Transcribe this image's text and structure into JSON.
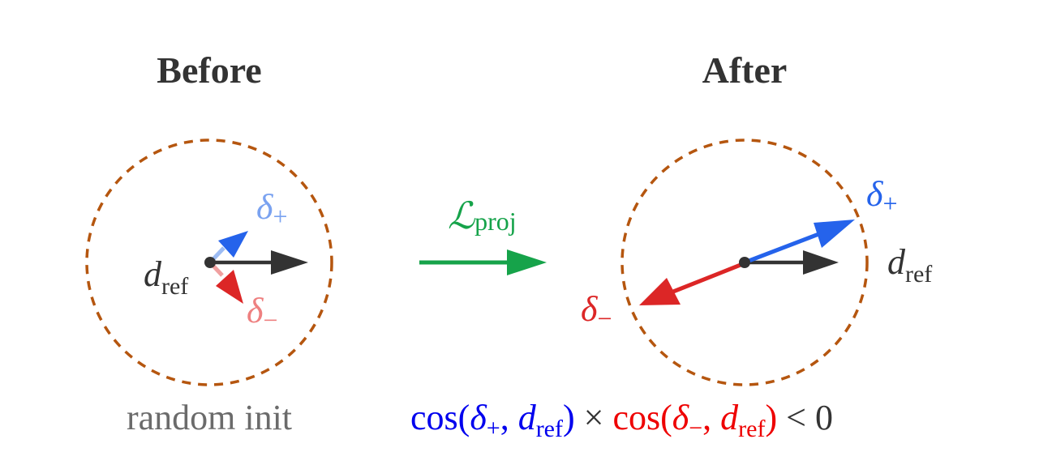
{
  "panels": {
    "before": {
      "title": "Before",
      "caption": "random init",
      "labels": {
        "d_ref_main": "d",
        "d_ref_sub": "ref",
        "delta_plus_main": "δ",
        "delta_plus_sub": "+",
        "delta_minus_main": "δ",
        "delta_minus_sub": "−"
      }
    },
    "after": {
      "title": "After",
      "labels": {
        "d_ref_main": "d",
        "d_ref_sub": "ref",
        "delta_plus_main": "δ",
        "delta_plus_sub": "+",
        "delta_minus_main": "δ",
        "delta_minus_sub": "−"
      }
    }
  },
  "transition": {
    "loss_main": "ℒ",
    "loss_sub": "proj"
  },
  "equation": {
    "cos1": "cos(",
    "delta1": "δ",
    "delta1_sub": "+",
    "comma1": ", ",
    "d1": "d",
    "d1_sub": "ref",
    "close1": ")",
    "times": " × ",
    "cos2": "cos(",
    "delta2": "δ",
    "delta2_sub": "−",
    "comma2": ", ",
    "d2": "d",
    "d2_sub": "ref",
    "close2": ")",
    "lt": " < ",
    "zero": "0"
  },
  "colors": {
    "circle": "#b5560f",
    "d_ref": "#333333",
    "delta_plus": "#2563eb",
    "delta_plus_faded": "#7aa2f0",
    "delta_minus": "#dc2626",
    "delta_minus_faded": "#ee8080",
    "loss_arrow": "#16a34a",
    "eq_blue": "#0000ee",
    "eq_red": "#ee0000"
  }
}
